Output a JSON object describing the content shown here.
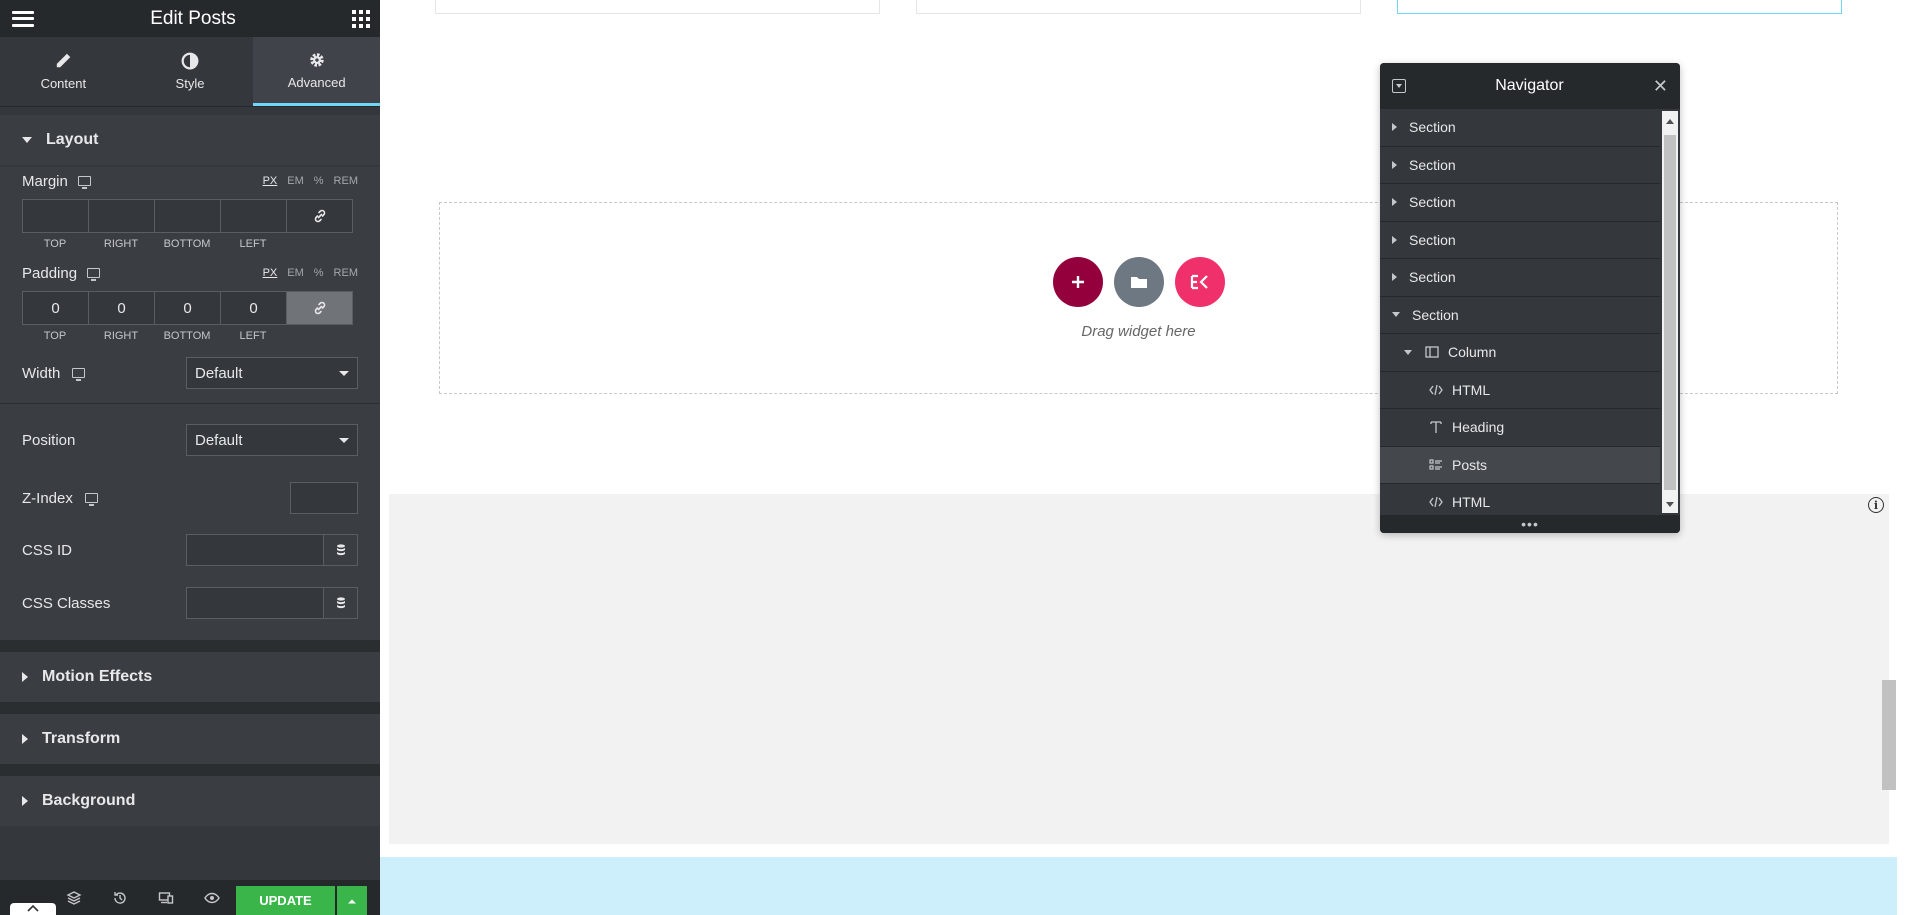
{
  "panel": {
    "title": "Edit Posts",
    "tabs": [
      {
        "label": "Content",
        "icon": "pencil-icon"
      },
      {
        "label": "Style",
        "icon": "contrast-icon"
      },
      {
        "label": "Advanced",
        "icon": "gear-icon",
        "active": true
      }
    ],
    "layout": {
      "heading": "Layout",
      "margin": {
        "label": "Margin",
        "units": [
          "PX",
          "EM",
          "%",
          "REM"
        ],
        "selected_unit": "PX",
        "values": {
          "top": "",
          "right": "",
          "bottom": "",
          "left": ""
        },
        "side_labels": [
          "TOP",
          "RIGHT",
          "BOTTOM",
          "LEFT"
        ]
      },
      "padding": {
        "label": "Padding",
        "units": [
          "PX",
          "EM",
          "%",
          "REM"
        ],
        "selected_unit": "PX",
        "values": {
          "top": "0",
          "right": "0",
          "bottom": "0",
          "left": "0"
        },
        "side_labels": [
          "TOP",
          "RIGHT",
          "BOTTOM",
          "LEFT"
        ]
      },
      "width": {
        "label": "Width",
        "value": "Default"
      },
      "position": {
        "label": "Position",
        "value": "Default"
      },
      "z_index": {
        "label": "Z-Index",
        "value": ""
      },
      "css_id": {
        "label": "CSS ID",
        "value": ""
      },
      "css_classes": {
        "label": "CSS Classes",
        "value": ""
      }
    },
    "collapsed_sections": [
      "Motion Effects",
      "Transform",
      "Background"
    ],
    "footer": {
      "update_label": "UPDATE"
    }
  },
  "canvas": {
    "drop_text": "Drag widget here",
    "colors": {
      "add": "#93003c",
      "template": "#6d7882",
      "kit": "#f0306b",
      "gray_section": "#f2f2f2",
      "blue_section": "#cdeefb"
    }
  },
  "navigator": {
    "title": "Navigator",
    "items": [
      {
        "label": "Section",
        "level": 0,
        "toggle": "right",
        "icon": ""
      },
      {
        "label": "Section",
        "level": 0,
        "toggle": "right",
        "icon": ""
      },
      {
        "label": "Section",
        "level": 0,
        "toggle": "right",
        "icon": ""
      },
      {
        "label": "Section",
        "level": 0,
        "toggle": "right",
        "icon": ""
      },
      {
        "label": "Section",
        "level": 0,
        "toggle": "right",
        "icon": ""
      },
      {
        "label": "Section",
        "level": 0,
        "toggle": "down",
        "icon": ""
      },
      {
        "label": "Column",
        "level": 1,
        "toggle": "down",
        "icon": "column-icon"
      },
      {
        "label": "HTML",
        "level": 2,
        "toggle": "",
        "icon": "code-icon"
      },
      {
        "label": "Heading",
        "level": 2,
        "toggle": "",
        "icon": "heading-icon"
      },
      {
        "label": "Posts",
        "level": 2,
        "toggle": "",
        "icon": "posts-icon",
        "active": true
      },
      {
        "label": "HTML",
        "level": 2,
        "toggle": "",
        "icon": "code-icon"
      }
    ]
  }
}
